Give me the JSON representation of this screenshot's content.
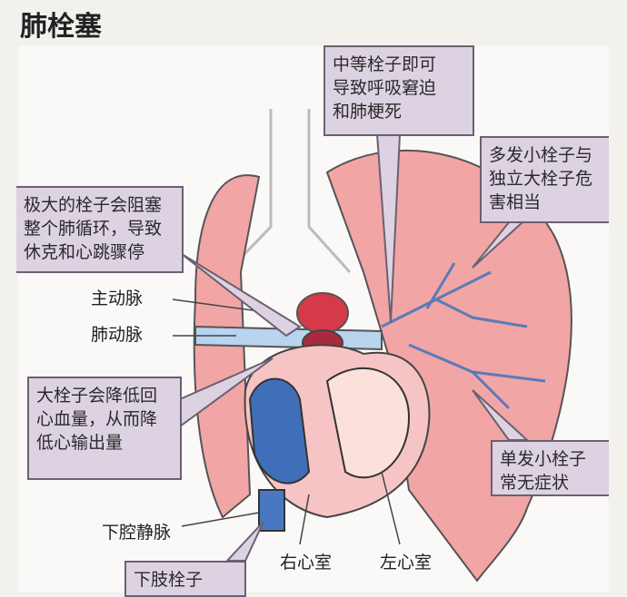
{
  "title": "肺栓塞",
  "boxes": {
    "moderate": "中等栓子即可\n导致呼吸窘迫\n和肺梗死",
    "multiple": "多发小栓子与\n独立大栓子危\n害相当",
    "massive": "极大的栓子会阻塞\n整个肺循环，导致\n休克和心跳骤停",
    "large": "大栓子会降低回\n心血量，从而降\n低心输出量",
    "single": "单发小栓子\n常无症状",
    "limb": "下肢栓子"
  },
  "labels": {
    "aorta": "主动脉",
    "pulmonary_artery": "肺动脉",
    "ivc": "下腔静脉",
    "right_ventricle": "右心室",
    "left_ventricle": "左心室"
  },
  "colors": {
    "lung": "#f2a5a5",
    "box": "#ddd2e2",
    "vein": "#4a78c0",
    "artery": "#c0324a"
  }
}
